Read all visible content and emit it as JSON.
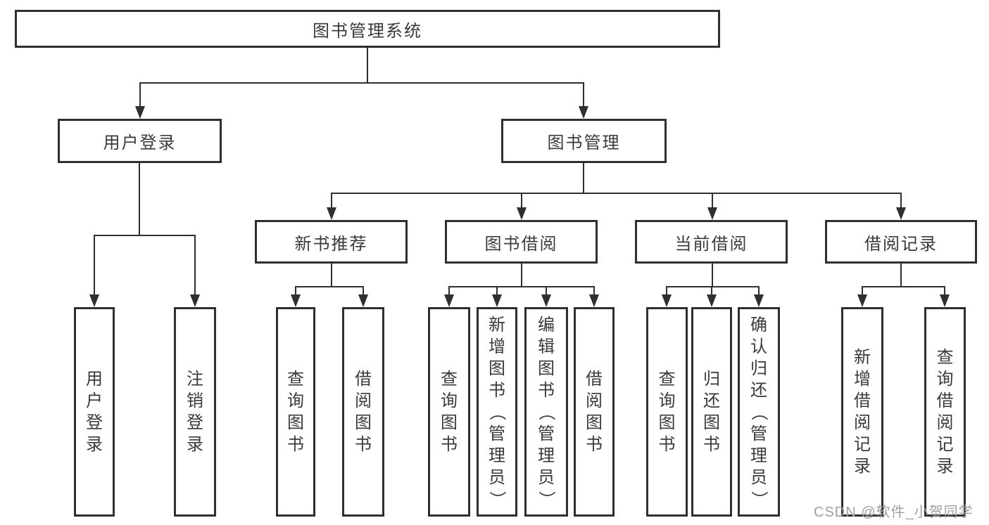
{
  "diagram": {
    "title_node": {
      "label": "图书管理系统"
    },
    "level2": [
      {
        "label": "用户登录"
      },
      {
        "label": "图书管理"
      }
    ],
    "level3": [
      {
        "label": "新书推荐",
        "parent": "图书管理"
      },
      {
        "label": "图书借阅",
        "parent": "图书管理"
      },
      {
        "label": "当前借阅",
        "parent": "图书管理"
      },
      {
        "label": "借阅记录",
        "parent": "图书管理"
      }
    ],
    "leaves": [
      {
        "label": "用户登录",
        "parent": "用户登录"
      },
      {
        "label": "注销登录",
        "parent": "用户登录"
      },
      {
        "label": "查询图书",
        "parent": "新书推荐"
      },
      {
        "label": "借阅图书",
        "parent": "新书推荐"
      },
      {
        "label": "查询图书",
        "parent": "图书借阅"
      },
      {
        "label": "新增图书（管理员）",
        "parent": "图书借阅"
      },
      {
        "label": "编辑图书（管理员）",
        "parent": "图书借阅"
      },
      {
        "label": "借阅图书",
        "parent": "图书借阅"
      },
      {
        "label": "查询图书",
        "parent": "当前借阅"
      },
      {
        "label": "归还图书",
        "parent": "当前借阅"
      },
      {
        "label": "确认归还（管理员）",
        "parent": "当前借阅"
      },
      {
        "label": "新增借阅记录",
        "parent": "借阅记录"
      },
      {
        "label": "查询借阅记录",
        "parent": "借阅记录"
      }
    ]
  },
  "colors": {
    "line": "#2f2f2f",
    "text": "#3a3a3a",
    "background": "#ffffff",
    "watermark": "#a0a0a0"
  },
  "watermark": {
    "text": "CSDN @软件_小贺同学"
  }
}
